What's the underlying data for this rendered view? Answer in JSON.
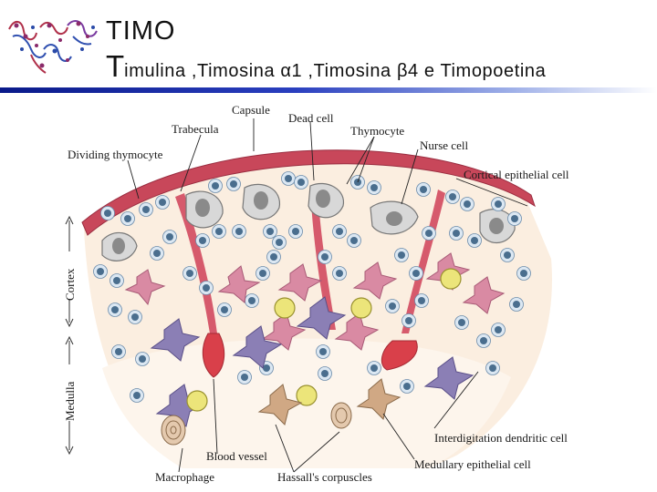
{
  "header": {
    "title": "TIMO",
    "subtitle_first_letter": "T",
    "subtitle_rest": "imulina ,Timosina α1 ,Timosina β4 e Timopoetina"
  },
  "diagram": {
    "labels": {
      "capsule": "Capsule",
      "dead_cell": "Dead cell",
      "trabecula": "Trabecula",
      "thymocyte": "Thymocyte",
      "nurse_cell": "Nurse cell",
      "dividing_thymocyte": "Dividing thymocyte",
      "cortical_epithelial_cell": "Cortical epithelial cell",
      "interdigitation_dendritic_cell": "Interdigitation dendritic cell",
      "blood_vessel": "Blood vessel",
      "medullary_epithelial_cell": "Medullary epithelial cell",
      "macrophage": "Macrophage",
      "hassalls_corpuscles": "Hassall's corpuscles",
      "cortex": "Cortex",
      "medulla": "Medulla"
    },
    "colors": {
      "capsule": "#c8475a",
      "tissue_background": "#fbeee0",
      "thymocyte_fill": "#dbe7f2",
      "thymocyte_nucleus": "#4a6e8e",
      "epithelial_cell": "#d98aa3",
      "dendritic_cell": "#8b7fb5",
      "macrophage": "#e8e07a",
      "hassalls_corpuscle": "#d0a884",
      "blood_vessel": "#d9404a"
    }
  }
}
